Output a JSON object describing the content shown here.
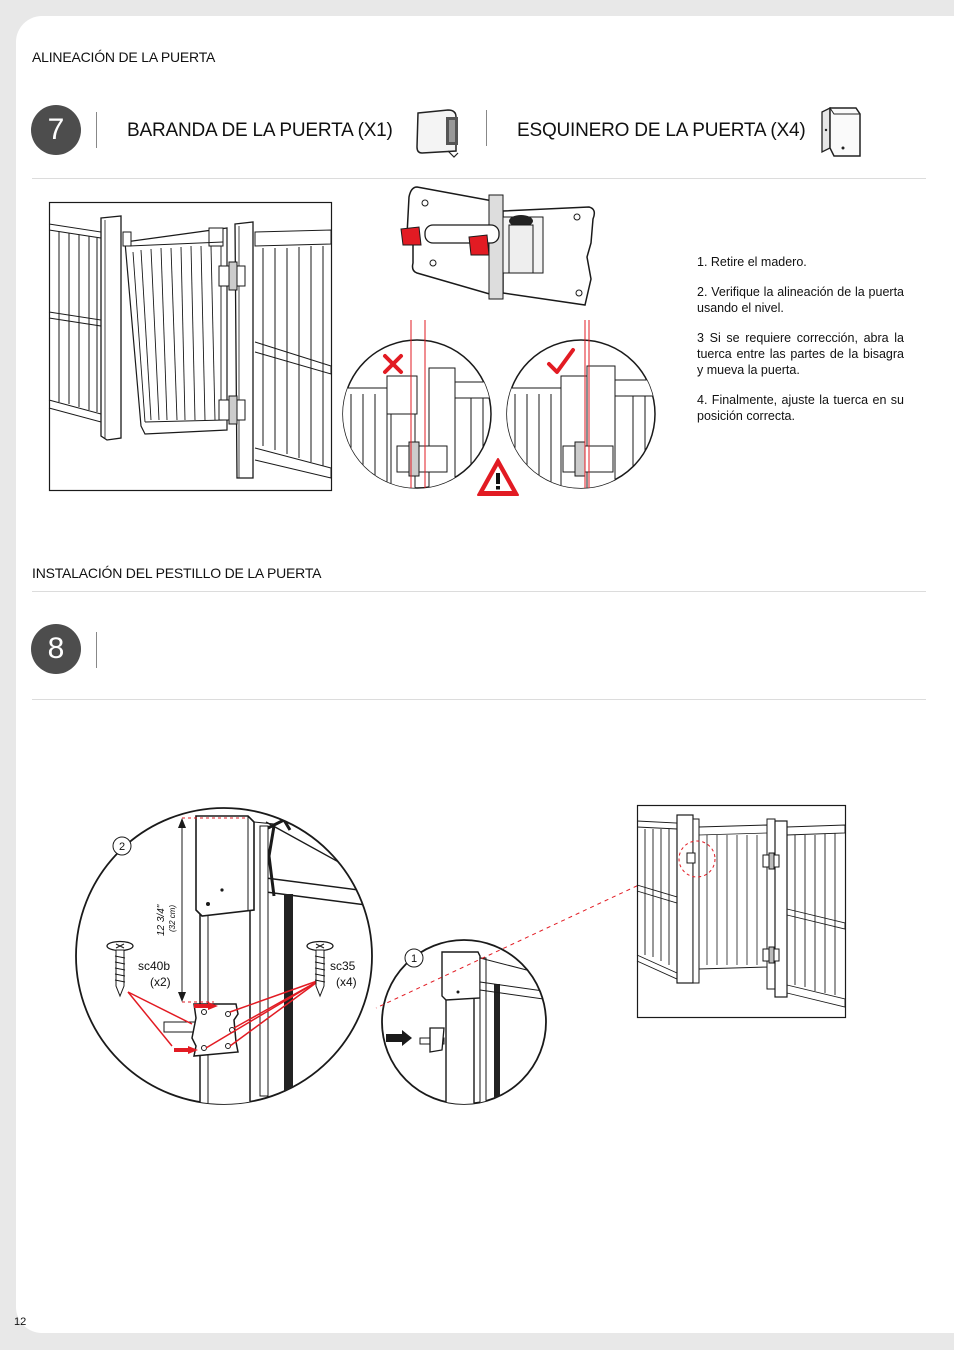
{
  "section7": {
    "title": "ALINEACIÓN DE LA PUERTA",
    "step_number": "7",
    "parts": [
      {
        "label": "BARANDA DE LA PUERTA (X1)"
      },
      {
        "label": "ESQUINERO DE LA PUERTA (X4)"
      }
    ],
    "instructions": [
      "1.  Retire el madero.",
      "2.  Verifique la alineación de la puerta usando el nivel.",
      "3   Si se requiere corrección, abra la tuerca entre las partes de la bisagra y mueva la puerta.",
      "4.  Finalmente, ajuste la tuerca en su posición correcta."
    ]
  },
  "section8": {
    "title": "INSTALACIÓN DEL PESTILLO DE LA PUERTA",
    "step_number": "8",
    "detail_labels": {
      "circle_2": "2",
      "circle_1": "1",
      "measure": "12 3/4\"",
      "measure_cm": "(32 cm)",
      "screw_a": "sc40b",
      "screw_a_qty": "(x2)",
      "screw_b": "sc35",
      "screw_b_qty": "(x4)"
    }
  },
  "page_number": "12",
  "colors": {
    "accent_red": "#e21b23",
    "step_circle": "#4d4d4d",
    "line": "#1a1a1a"
  }
}
